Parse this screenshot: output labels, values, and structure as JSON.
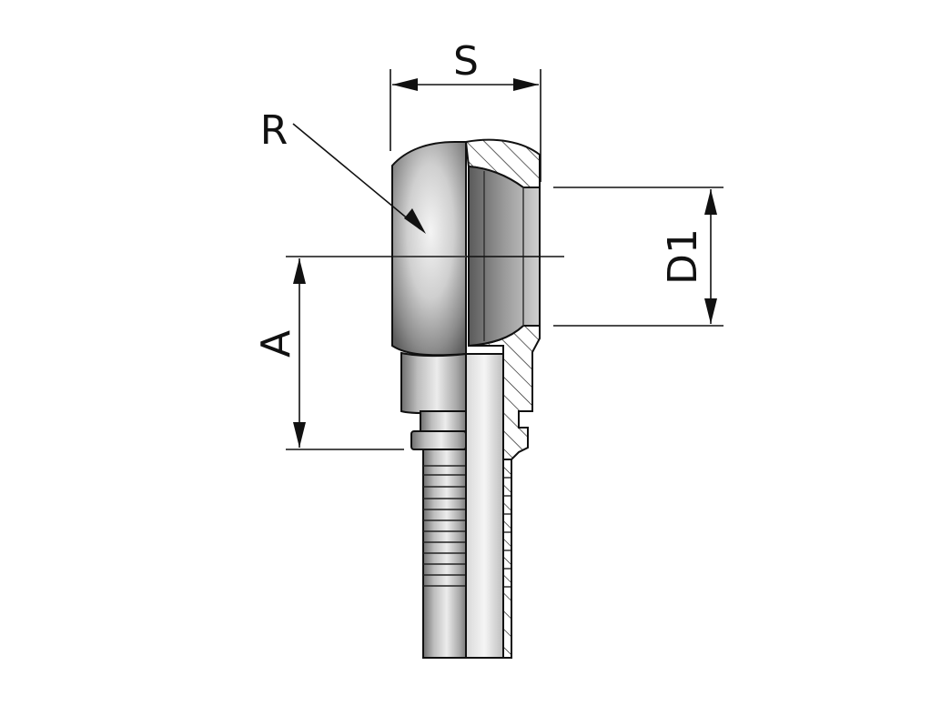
{
  "labels": {
    "s": "S",
    "r": "R",
    "a": "A",
    "d1": "D1"
  },
  "colors": {
    "line": "#111111",
    "metal_light": "#e6e6e6",
    "metal_mid": "#b4b4b4",
    "metal_dark": "#6e6e6e",
    "section": "#ffffff"
  }
}
